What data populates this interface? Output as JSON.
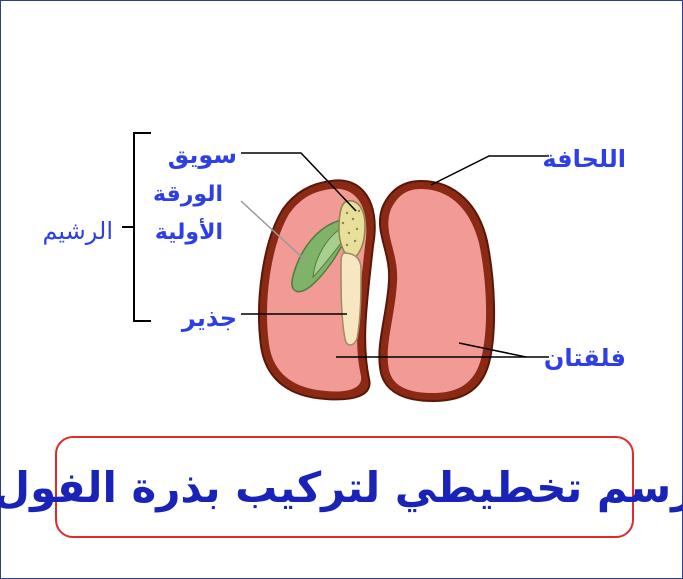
{
  "labels": {
    "plumule": "سويق",
    "first_leaf_line1": "الورقة",
    "first_leaf_line2": "الأولية",
    "embryo": "الرشيم",
    "radicle": "جذير",
    "testa": "اللحافة",
    "cotyledons": "فلقتان"
  },
  "caption": "رسم تخطيطي لتركيب بذرة الفول",
  "colors": {
    "label_text": "#2f3fe6",
    "caption_text": "#1a23b8",
    "caption_border": "#e22a2a",
    "seed_coat": "#8b2a14",
    "cotyledon_fill": "#f29a95",
    "leaf_green": "#7fb36a",
    "plumule_yellow": "#e7df9a",
    "radicle_cream": "#f6e7c2"
  }
}
